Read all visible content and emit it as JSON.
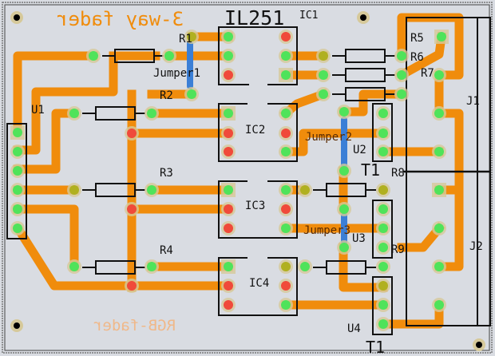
{
  "board": {
    "title_mirrored": "3-way fader",
    "bottom_label_mirrored": "RGB-fader",
    "colors": {
      "background": "#d9dce2",
      "copper": "#f08c0c",
      "pad_green": "#4fe35a",
      "pad_red": "#f04a3a",
      "pad_olive": "#b0b020",
      "pad_ring": "#d6c99a",
      "silk": "#111111",
      "jumper": "#3b7fd6",
      "bottom_text": "#f5b27a"
    }
  },
  "labels": {
    "ic1_name": "IL251",
    "ic1": "IC1",
    "ic2": "IC2",
    "ic3": "IC3",
    "ic4": "IC4",
    "u1": "U1",
    "u2": "U2",
    "u3": "U3",
    "u4": "U4",
    "t1a": "T1",
    "t1b": "T1",
    "r1": "R1",
    "r2": "R2",
    "r3": "R3",
    "r4": "R4",
    "r5": "R5",
    "r6": "R6",
    "r7": "R7",
    "r8": "R8",
    "r9": "R9",
    "j1": "J1",
    "j2": "J2",
    "jumper1": "Jumper1",
    "jumper2": "Jumper2",
    "jumper3": "Jumper3"
  }
}
